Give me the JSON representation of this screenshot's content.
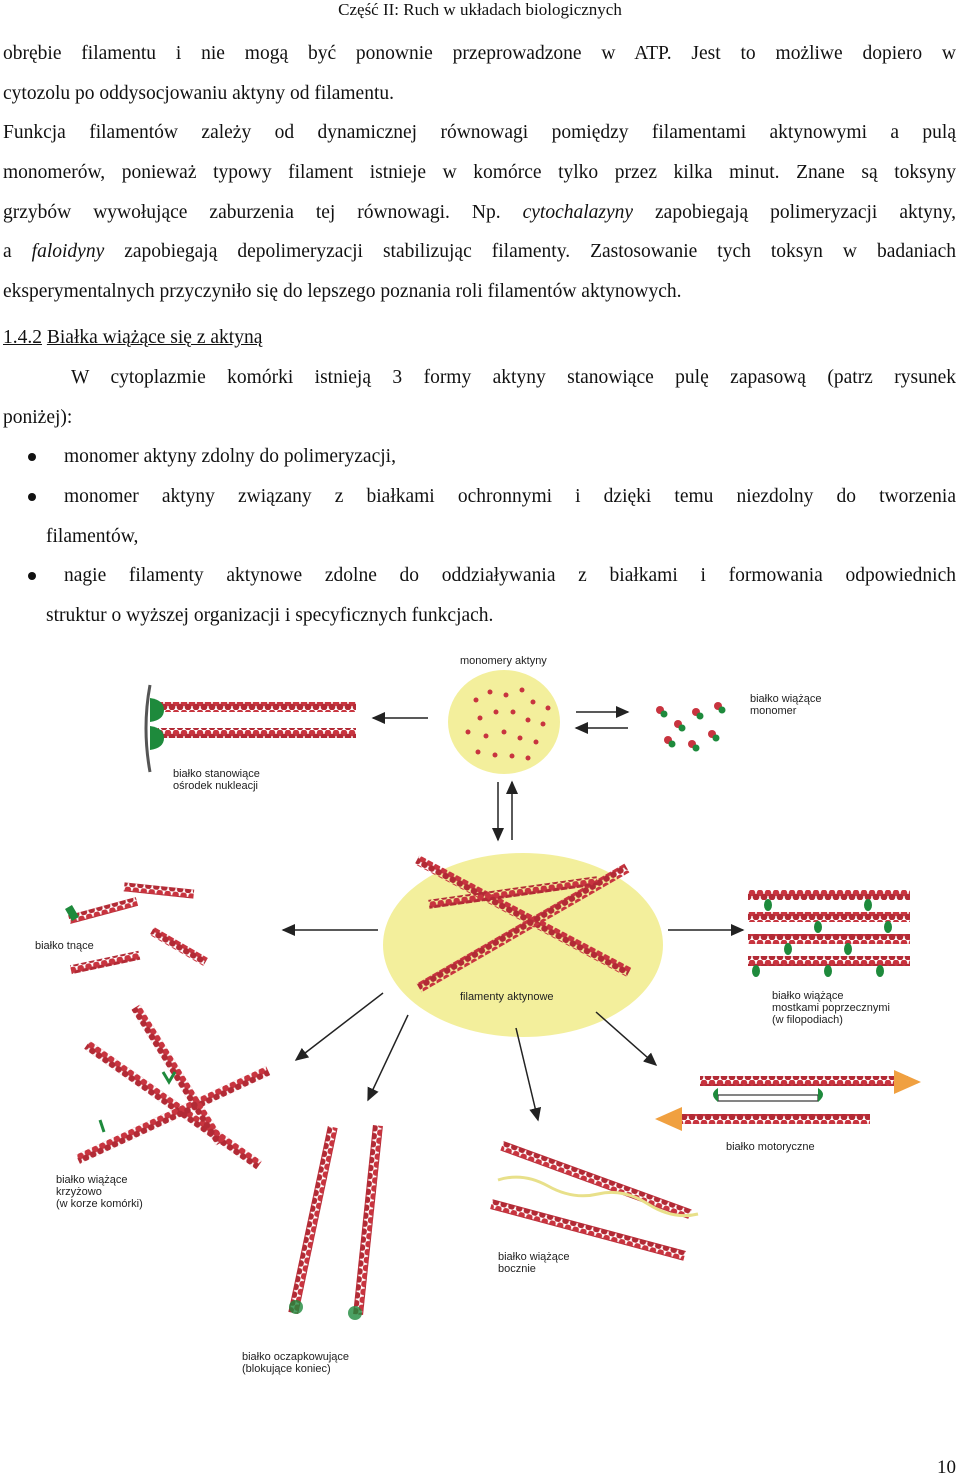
{
  "header": {
    "title": "Część II: Ruch w układach biologicznych"
  },
  "intro": {
    "lines": [
      "obrębie filamentu i nie mogą być ponownie przeprowadzone w ATP. Jest to możliwe dopiero w",
      "cytozolu po oddysocjowaniu aktyny od filamentu."
    ]
  },
  "para2": {
    "l1": "Funkcja filamentów zależy od dynamicznej równowagi pomiędzy filamentami aktynowymi a pulą",
    "l2": "monomerów, ponieważ typowy filament istnieje w komórce tylko przez kilka minut. Znane są toksyny",
    "l3a": "grzybów wywołujące zaburzenia tej równowagi. Np. ",
    "l3b": "cytochalazyny",
    "l3c": " zapobiegają polimeryzacji aktyny,",
    "l4a": "a ",
    "l4b": "faloidyny",
    "l4c": " zapobiegają depolimeryzacji stabilizując filamenty. Zastosowanie tych toksyn w badaniach",
    "l5": "eksperymentalnych przyczyniło się do lepszego poznania roli filamentów aktynowych."
  },
  "section": {
    "number": "1.4.2",
    "title": "Białka wiążące się z aktyną",
    "intro_l1": "W cytoplazmie komórki istnieją 3 formy aktyny stanowiące pulę zapasową (patrz rysunek",
    "intro_l2": "poniżej):"
  },
  "bullets": [
    {
      "l1": "monomer aktyny zdolny do polimeryzacji,"
    },
    {
      "l1": "monomer aktyny związany z białkami ochronnymi i dzięki temu niezdolny do tworzenia",
      "l2": "filamentów,"
    },
    {
      "l1": "nagie filamenty aktynowe zdolne do oddziaływania z białkami i formowania odpowiednich",
      "l2": "struktur o wyższej organizacji i specyficznych funkcjach."
    }
  ],
  "figure": {
    "monomers": "monomery aktyny",
    "binding_monomer_1": "białko wiążące",
    "binding_monomer_2": "monomer",
    "nucleation_1": "białko stanowiące",
    "nucleation_2": "ośrodek nukleacji",
    "cutting": "białko tnące",
    "filaments": "filamenty aktynowe",
    "bridges_1": "białko wiążące",
    "bridges_2": "mostkami poprzecznymi",
    "bridges_3": "(w filopodiach)",
    "motor": "białko motoryczne",
    "crosslink_1": "białko wiążące",
    "crosslink_2": "krzyżowo",
    "crosslink_3": "(w korze komórki)",
    "side_1": "białko wiążące",
    "side_2": "bocznie",
    "cap_1": "białko oczapkowujące",
    "cap_2": "(blokujące koniec)"
  },
  "colors": {
    "filament": "#c8343f",
    "protein": "#1e8a3c",
    "pool": "#f3ef9c",
    "arrow_orange": "#f0a040"
  },
  "page_number": "10"
}
